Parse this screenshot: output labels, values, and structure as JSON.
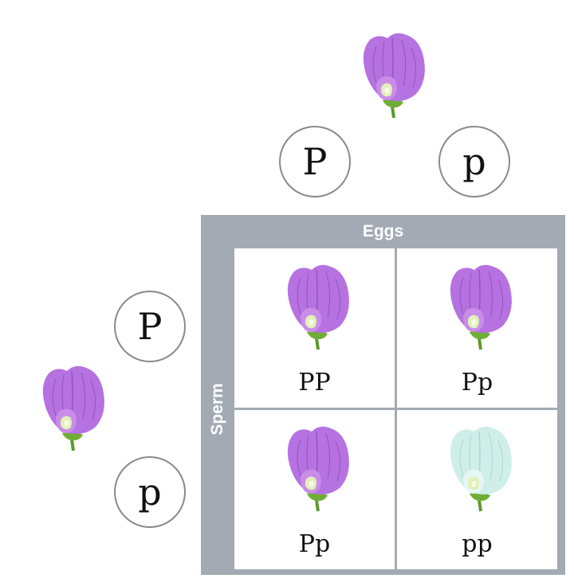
{
  "parents": {
    "top": {
      "icon": "purple-pea-flower-icon",
      "alleles": [
        "P",
        "p"
      ]
    },
    "left": {
      "icon": "purple-pea-flower-icon",
      "alleles": [
        "P",
        "p"
      ]
    }
  },
  "grid": {
    "eggs_label": "Eggs",
    "sperm_label": "Sperm",
    "cells": [
      {
        "genotype": "PP",
        "flower": "purple-pea-flower-icon"
      },
      {
        "genotype": "Pp",
        "flower": "purple-pea-flower-icon"
      },
      {
        "genotype": "Pp",
        "flower": "purple-pea-flower-icon"
      },
      {
        "genotype": "pp",
        "flower": "white-pea-flower-icon"
      }
    ]
  },
  "colors": {
    "purple_petal": "#b572e0",
    "white_petal": "#cfeee8",
    "grid_frame": "#a3aab3"
  }
}
